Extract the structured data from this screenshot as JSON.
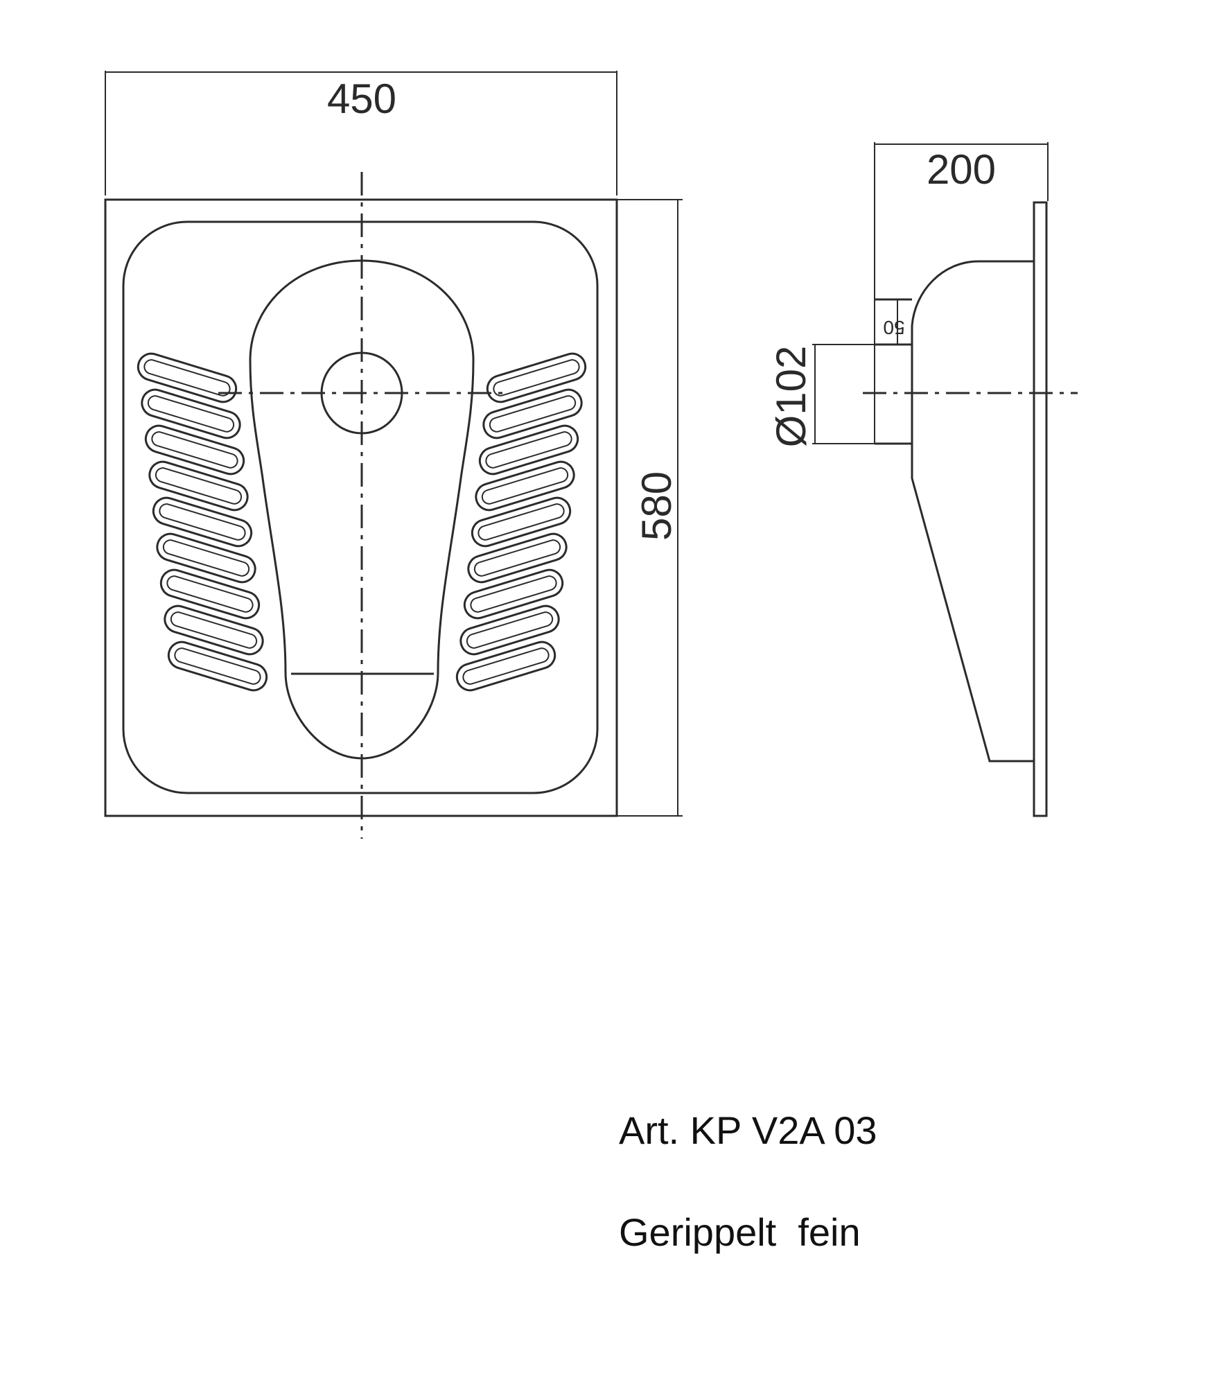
{
  "dimensions": {
    "width": "450",
    "height": "580",
    "depth": "200",
    "offset": "50",
    "outlet_diameter": "Ø102"
  },
  "labels": {
    "article": "Art. KP V2A 03",
    "finish": "Gerippelt  fein"
  },
  "colors": {
    "line": "#2b2b2b",
    "background": "#ffffff"
  }
}
